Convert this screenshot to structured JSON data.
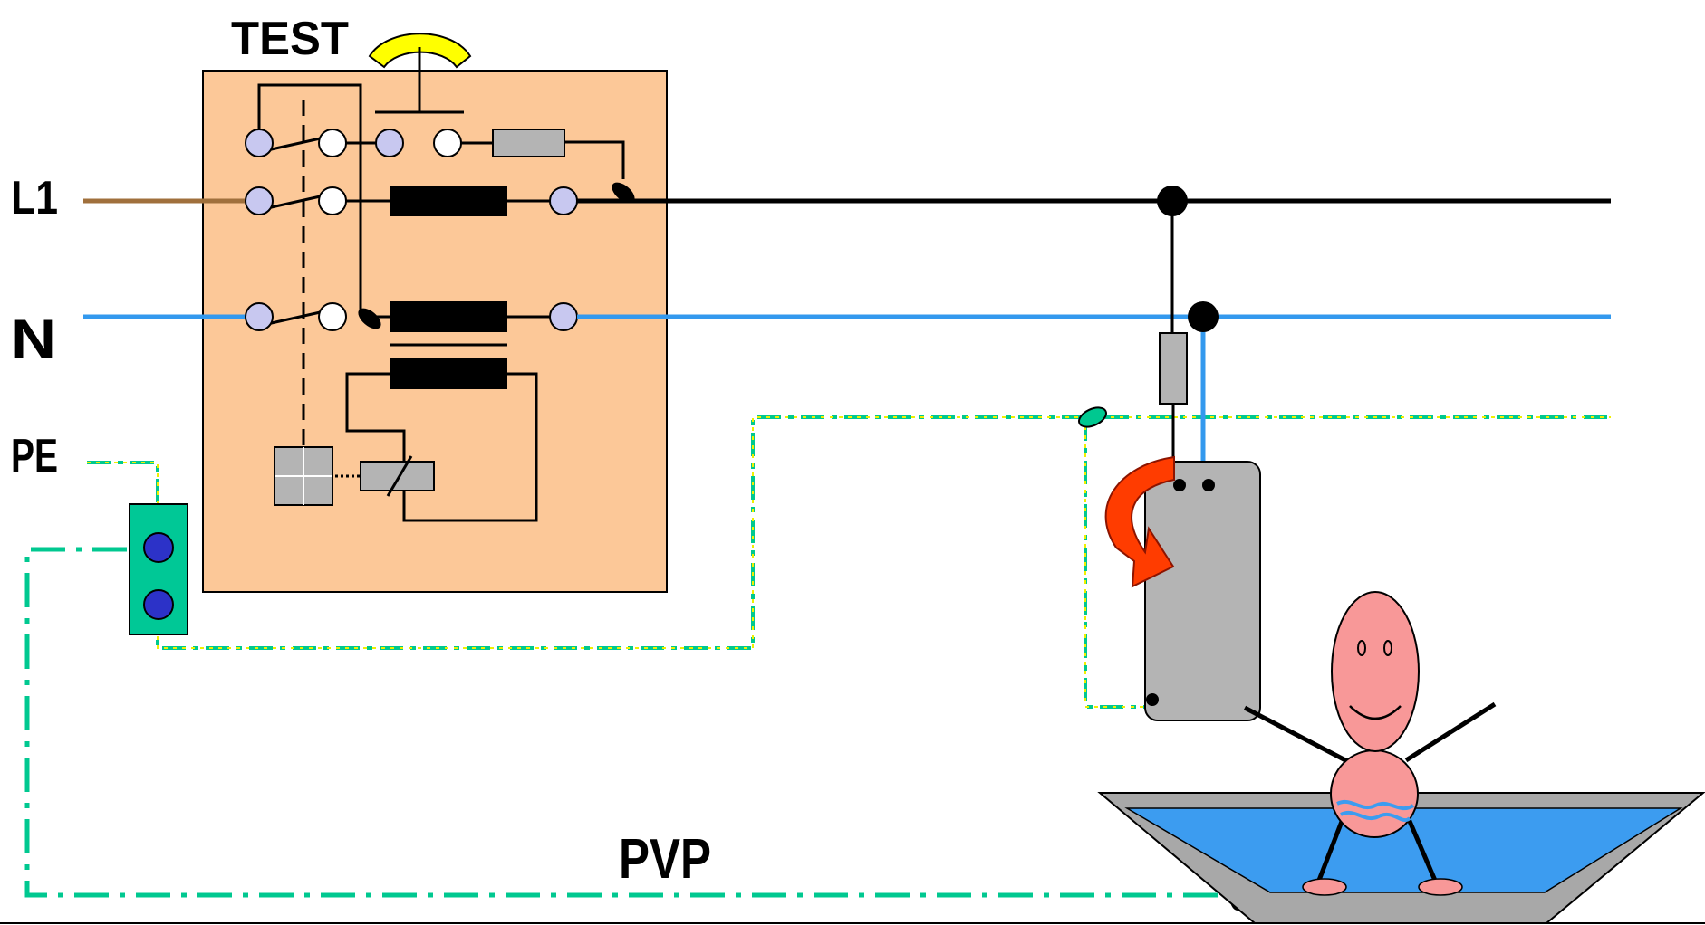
{
  "labels": {
    "test": "TEST",
    "l1": "L1",
    "n": "N",
    "pe": "PE",
    "pvp": "PVP"
  },
  "colors": {
    "rcd_panel": "#fcc898",
    "l1_feed": "#a0703c",
    "neutral": "#3399ee",
    "pe_green": "#00c890",
    "pe_yellow": "#f0f000",
    "appliance": "#b4b4b4",
    "terminal_block": "#00c896",
    "terminal_dot": "#2c32c8",
    "person": "#f89898",
    "water": "#3c9cf0",
    "arrow": "#e03c14",
    "test_button": "#ffff00",
    "resistor": "#b4b4b4"
  }
}
